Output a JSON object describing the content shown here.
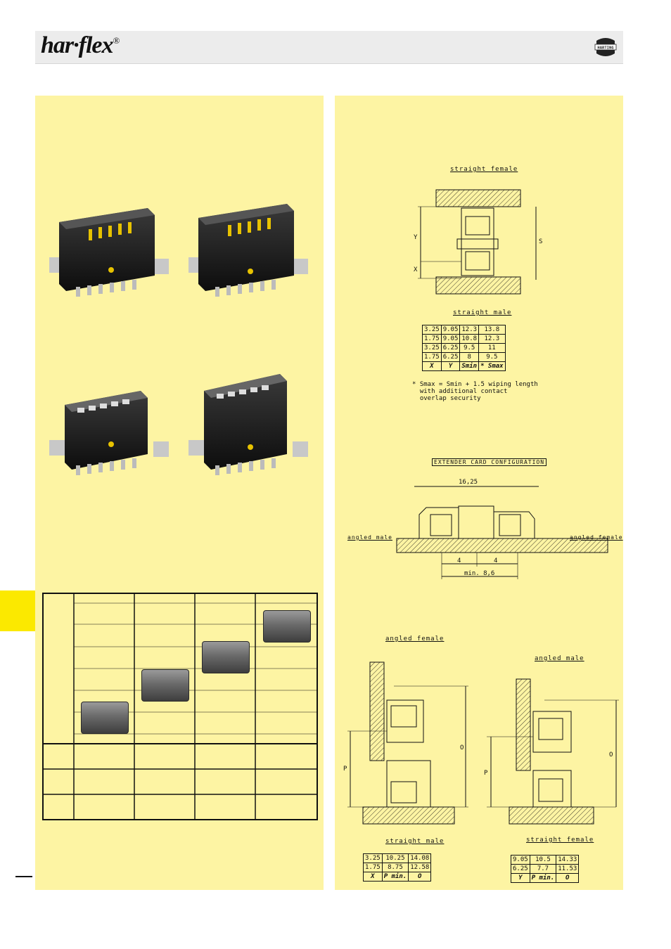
{
  "header": {
    "brand": "har·flex",
    "registered": "®",
    "company_logo": "HARTING"
  },
  "straight_female_top": {
    "caption": "straight female",
    "dimension_labels": [
      "Y",
      "X",
      "S"
    ]
  },
  "straight_male_table": {
    "caption": "straight male",
    "rows": [
      [
        "3.25",
        "9.05",
        "12.3",
        "13.8"
      ],
      [
        "1.75",
        "9.05",
        "10.8",
        "12.3"
      ],
      [
        "3.25",
        "6.25",
        "9.5",
        "11"
      ],
      [
        "1.75",
        "6.25",
        "8",
        "9.5"
      ]
    ],
    "header": [
      "X",
      "Y",
      "Smin",
      "* Smax"
    ],
    "note": "* Smax = Smin + 1.5 wiping length\n  with additional contact\n  overlap security"
  },
  "extender": {
    "caption": "EXTENDER CARD CONFIGURATION",
    "width_label": "16,25",
    "left_label": "angled male",
    "right_label": "angled female",
    "gap_left": "4",
    "gap_right": "4",
    "min_label": "min. 8,6"
  },
  "angled_female": {
    "caption": "angled female",
    "dimension_labels": [
      "P",
      "O"
    ],
    "table_caption": "straight male",
    "rows": [
      [
        "3.25",
        "10.25",
        "14.08"
      ],
      [
        "1.75",
        "8.75",
        "12.58"
      ]
    ],
    "header": [
      "X",
      "P min.",
      "O"
    ]
  },
  "angled_male": {
    "caption": "angled male",
    "dimension_labels": [
      "P",
      "O"
    ],
    "table_caption": "straight female",
    "rows": [
      [
        "9.05",
        "10.5",
        "14.33"
      ],
      [
        "6.25",
        "7.7",
        "11.53"
      ]
    ],
    "header": [
      "Y",
      "P min.",
      "O"
    ]
  }
}
